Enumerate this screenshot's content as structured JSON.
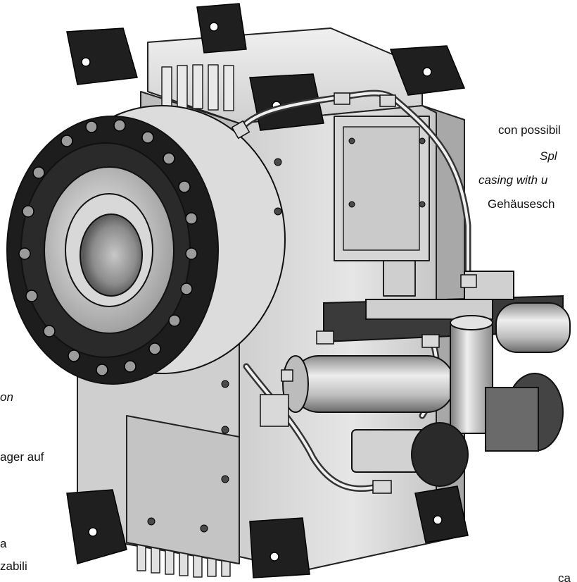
{
  "captions": {
    "right": {
      "line1": "con possibil",
      "line2": "Spl",
      "line3": "casing with u",
      "line4": "Gehäusesch"
    },
    "left": {
      "line1": "on",
      "line2": "ager auf",
      "line3": "a",
      "line4": "zabili"
    },
    "bottom_right": "ca"
  },
  "colors": {
    "background": "#ffffff",
    "body_light": "#d9d9d9",
    "body_mid": "#b9b9b9",
    "body_dark": "#6e6e6e",
    "rubber_black": "#1e1e1e",
    "outline": "#222222"
  }
}
